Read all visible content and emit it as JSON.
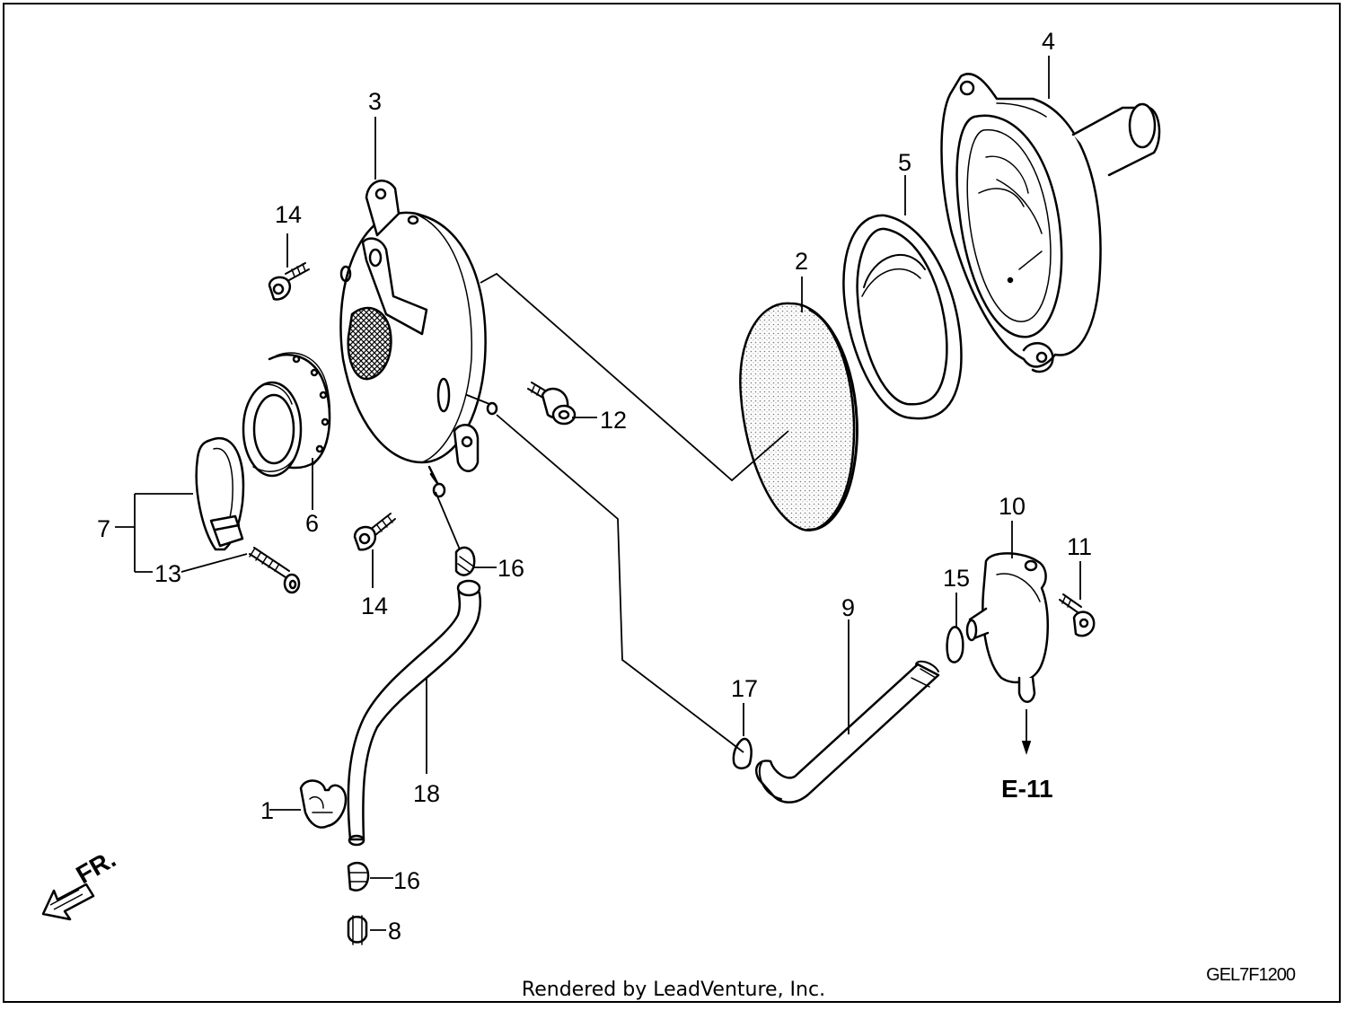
{
  "labels": {
    "p1": "1",
    "p2": "2",
    "p3": "3",
    "p4": "4",
    "p5": "5",
    "p6": "6",
    "p7": "7",
    "p8": "8",
    "p9": "9",
    "p10": "10",
    "p11": "11",
    "p12": "12",
    "p13": "13",
    "p14a": "14",
    "p14b": "14",
    "p15": "15",
    "p16a": "16",
    "p16b": "16",
    "p17": "17",
    "p18": "18"
  },
  "reference": "E-11",
  "front_marker": "FR.",
  "credit": "Rendered by LeadVenture, Inc.",
  "diagram_code": "GEL7F1200"
}
